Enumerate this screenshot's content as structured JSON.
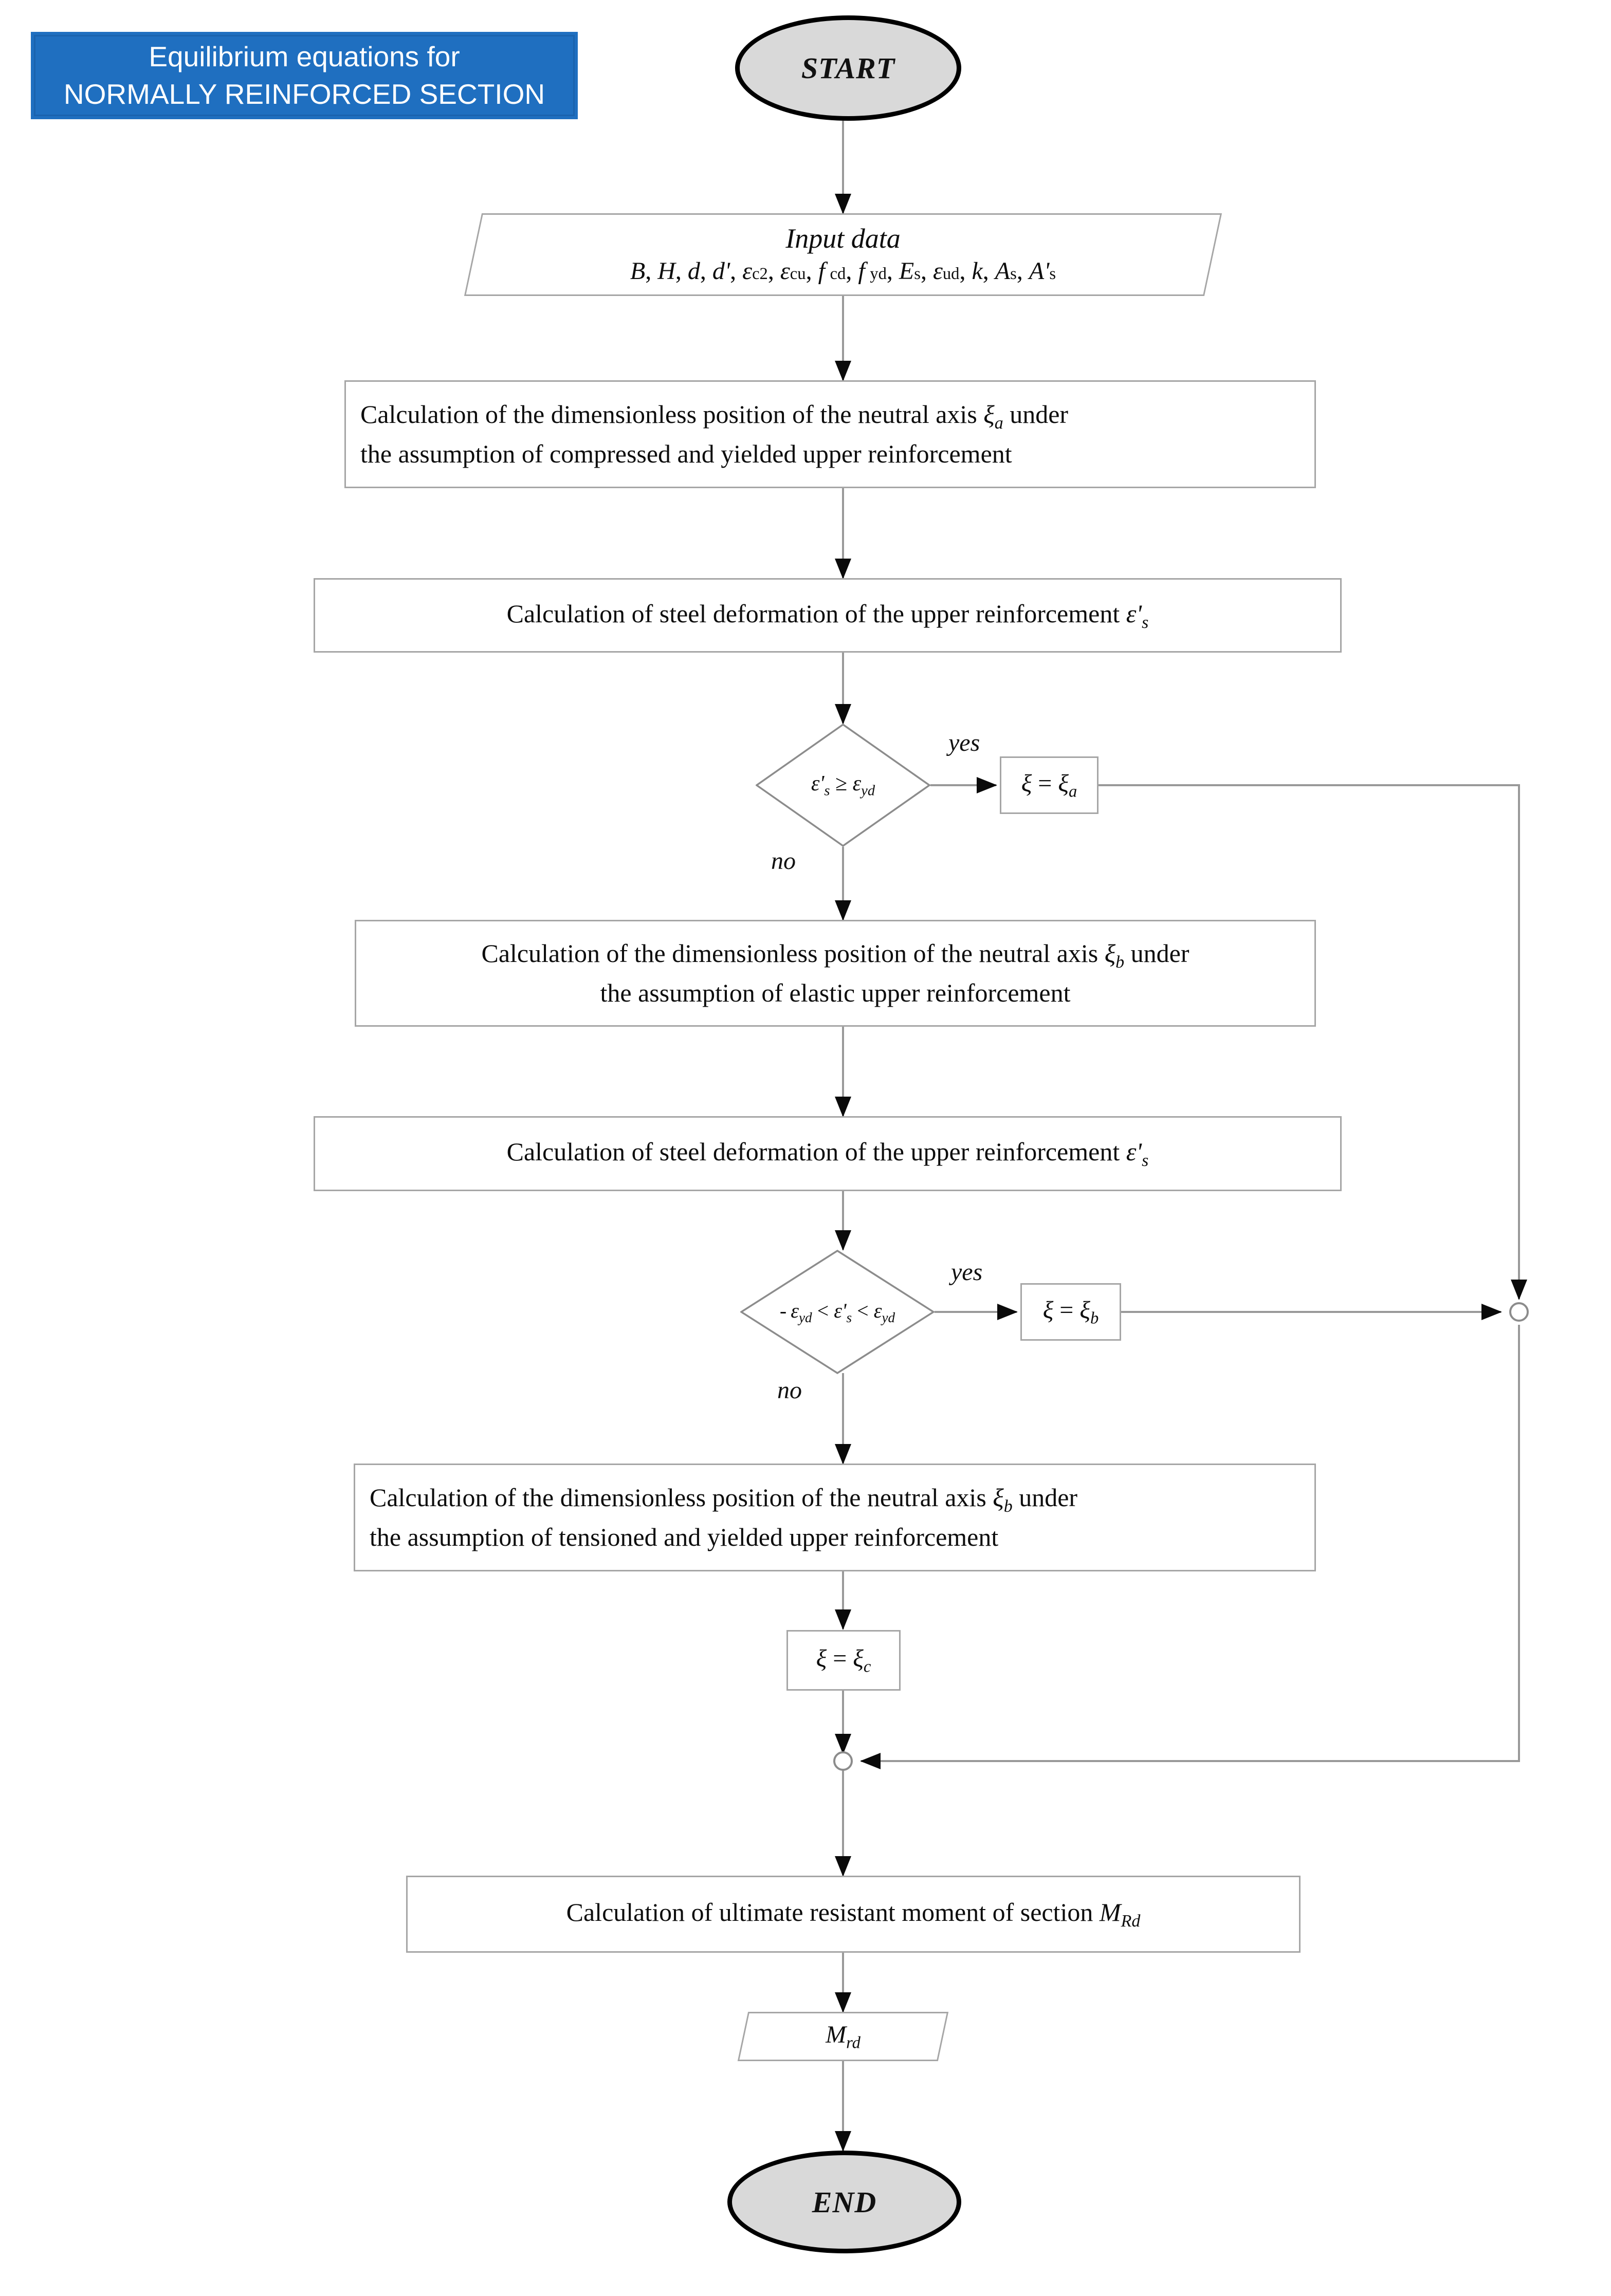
{
  "meta": {
    "diagram_title": "Equilibrium equations for NORMALLY REINFORCED SECTION flowchart",
    "accent_color": "#1f6fc0",
    "terminator_fill": "#d9d9d9",
    "node_border_color": "#a6a6a6"
  },
  "banner": {
    "line1": "Equilibrium equations for",
    "line2": "NORMALLY REINFORCED SECTION"
  },
  "nodes": {
    "start": {
      "label": "START",
      "type": "terminator"
    },
    "input": {
      "type": "io",
      "line1": "Input data",
      "line2": "B, H, d, d', εc2, εcu, f cd, f yd, Es, εud, k, As, A's",
      "variables": [
        "B",
        "H",
        "d",
        "d'",
        "εc2",
        "εcu",
        "fcd",
        "fyd",
        "Es",
        "εud",
        "k",
        "As",
        "A's"
      ]
    },
    "calc_xi_a": {
      "type": "process",
      "line1": "Calculation of the dimensionless position of the neutral axis ξ_a under",
      "line2": "the assumption of compressed and yielded upper reinforcement",
      "symbol": "ξ",
      "symbol_sub": "a"
    },
    "calc_eps_1": {
      "type": "process",
      "text": "Calculation of steel deformation of the upper reinforcement ε's"
    },
    "decision_1": {
      "type": "decision",
      "condition": "ε's ≥ εyd",
      "yes_label": "yes",
      "no_label": "no"
    },
    "assign_xi_a": {
      "type": "assign",
      "text": "ξ = ξ_a",
      "lhs": "ξ",
      "rhs_sub": "a"
    },
    "calc_xi_b": {
      "type": "process",
      "line1": "Calculation of the dimensionless position of the neutral axis ξ_b under",
      "line2": "the assumption of elastic upper reinforcement",
      "symbol": "ξ",
      "symbol_sub": "b"
    },
    "calc_eps_2": {
      "type": "process",
      "text": "Calculation of steel deformation of the upper reinforcement ε's"
    },
    "decision_2": {
      "type": "decision",
      "condition": "- εyd < ε's < εyd",
      "yes_label": "yes",
      "no_label": "no"
    },
    "assign_xi_b": {
      "type": "assign",
      "text": "ξ = ξ_b",
      "lhs": "ξ",
      "rhs_sub": "b"
    },
    "calc_xi_c": {
      "type": "process",
      "line1": "Calculation of the dimensionless position of the neutral axis ξ_b under",
      "line2": "the assumption of tensioned and yielded upper reinforcement",
      "symbol": "ξ",
      "symbol_sub": "b"
    },
    "assign_xi_c": {
      "type": "assign",
      "text": "ξ = ξ_c",
      "lhs": "ξ",
      "rhs_sub": "c"
    },
    "calc_mrd": {
      "type": "process",
      "text": "Calculation of ultimate resistant moment of section M_Rd",
      "symbol": "M",
      "symbol_sub": "Rd"
    },
    "output_mrd": {
      "type": "io",
      "text": "M_rd",
      "symbol": "M",
      "symbol_sub": "rd"
    },
    "end": {
      "label": "END",
      "type": "terminator"
    }
  },
  "edge_labels": {
    "yes_1": "yes",
    "no_1": "no",
    "yes_2": "yes",
    "no_2": "no"
  }
}
